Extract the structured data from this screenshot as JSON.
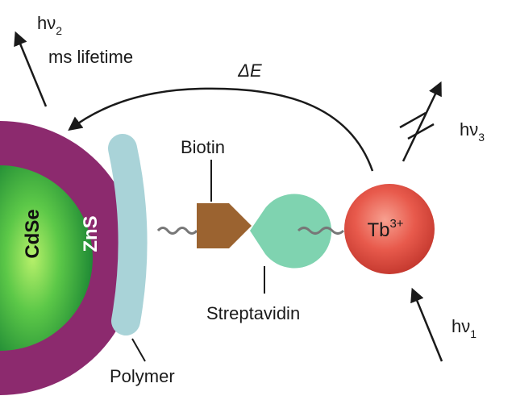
{
  "labels": {
    "hv2": "hν",
    "hv2_sub": "2",
    "ms_lifetime": "ms lifetime",
    "delta_e": "ΔE",
    "hv3": "hν",
    "hv3_sub": "3",
    "hv1": "hν",
    "hv1_sub": "1",
    "biotin": "Biotin",
    "streptavidin": "Streptavidin",
    "polymer": "Polymer",
    "core": "CdSe",
    "shell": "ZnS",
    "ion": "Tb",
    "ion_charge": "3+"
  },
  "colors": {
    "shell": "#8c2a6e",
    "core_outer": "#2a9a3c",
    "core_inner": "#6fd35a",
    "polymer": "#a9d3d8",
    "biotin": "#9b6330",
    "streptavidin": "#7fd3b0",
    "terbium_outer": "#d9463a",
    "terbium_inner": "#f2877a",
    "linker": "#777777",
    "arrow": "#1a1a1a"
  }
}
